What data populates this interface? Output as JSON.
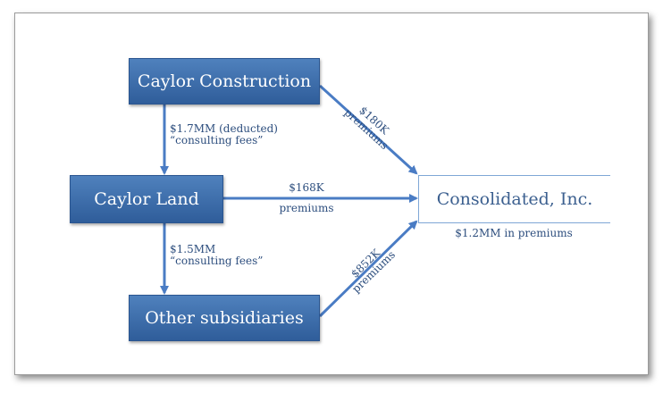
{
  "nodes": {
    "caylor_construction": "Caylor Construction",
    "caylor_land": "Caylor Land",
    "other_subsidiaries": "Other subsidiaries",
    "consolidated": "Consolidated, Inc."
  },
  "flows": {
    "construction_to_land": {
      "line1": "$1.7MM (deducted)",
      "line2": "“consulting fees”"
    },
    "land_to_subsidiaries": {
      "line1": "$1.5MM",
      "line2": "“consulting fees”"
    },
    "construction_to_consolidated": {
      "amount": "$180K",
      "label": "premiums"
    },
    "land_to_consolidated": {
      "amount": "$168K",
      "label": "premiums"
    },
    "subsidiaries_to_consolidated": {
      "amount": "$852K",
      "label": "premiums"
    }
  },
  "consolidated_total": "$1.2MM in premiums",
  "colors": {
    "box_fill": "#4f81bd",
    "arrow": "#4a7cc4",
    "text": "#2d4e7e"
  }
}
